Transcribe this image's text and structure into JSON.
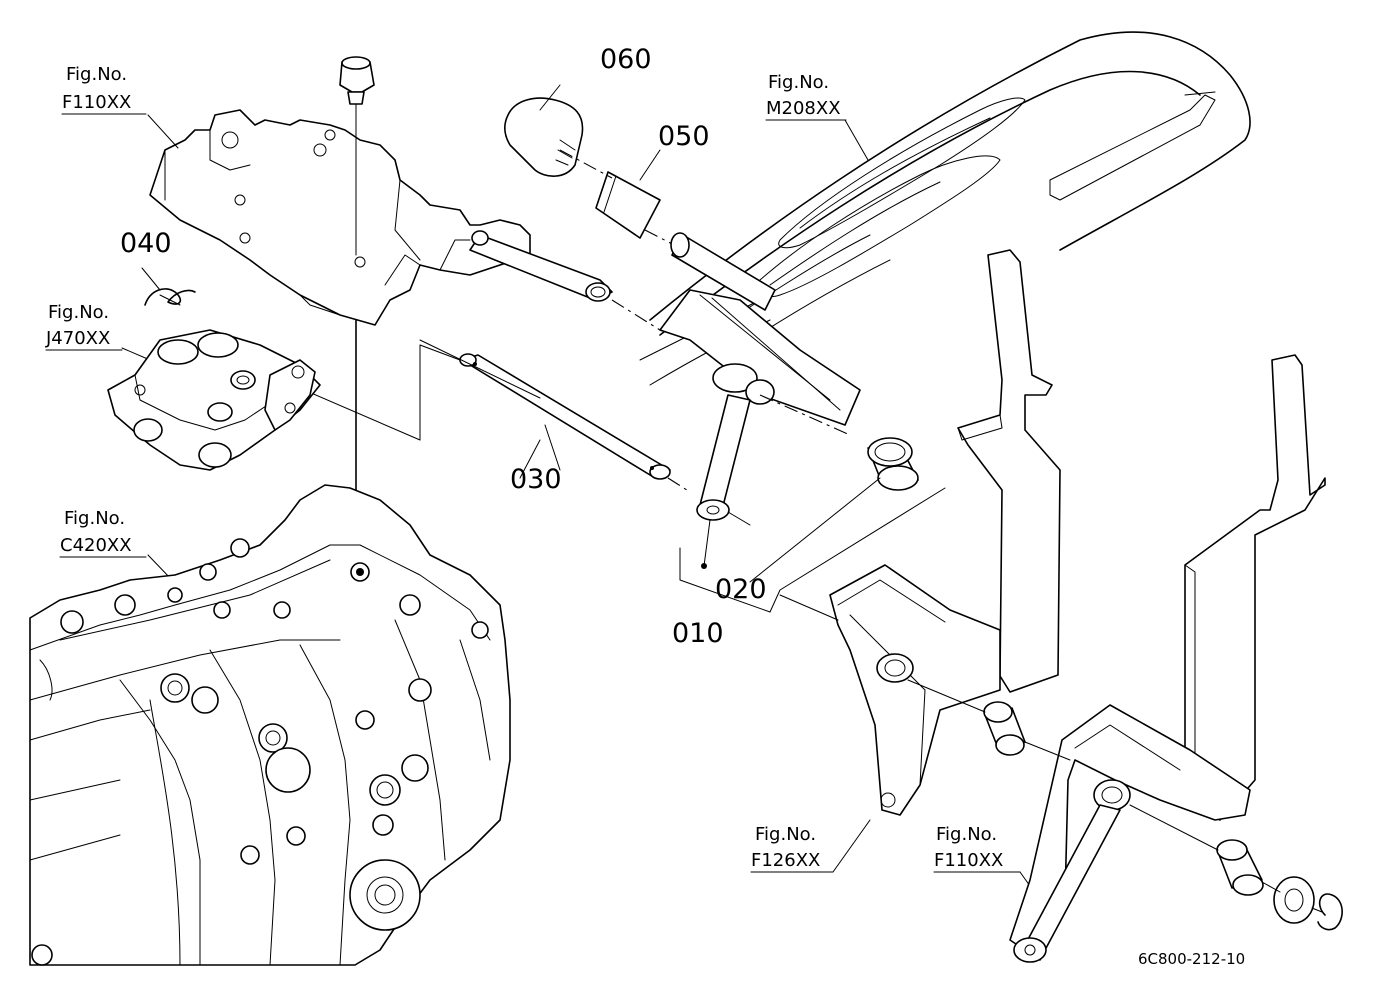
{
  "diagram": {
    "part_numbers": {
      "p010": "010",
      "p020": "020",
      "p030": "030",
      "p040": "040",
      "p050": "050",
      "p060": "060"
    },
    "figure_refs": [
      {
        "heading": "Fig.No.",
        "code": "F110XX"
      },
      {
        "heading": "Fig.No.",
        "code": "J470XX"
      },
      {
        "heading": "Fig.No.",
        "code": "C420XX"
      },
      {
        "heading": "Fig.No.",
        "code": "M208XX"
      },
      {
        "heading": "Fig.No.",
        "code": "F126XX"
      },
      {
        "heading": "Fig.No.",
        "code": "F110XX"
      }
    ],
    "drawing_code": "6C800-212-10"
  }
}
